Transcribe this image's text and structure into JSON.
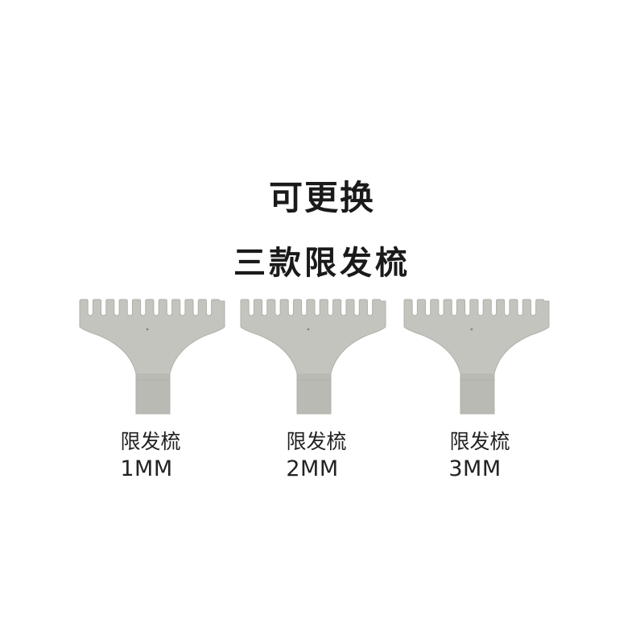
{
  "heading": {
    "line1": "可更换",
    "line2": "三款限发梳"
  },
  "colors": {
    "blade_fill": "#c4c4bf",
    "blade_edge": "#b0b0aa",
    "blade_shade": "#b2b2ac",
    "text": "#1a1a1a"
  },
  "combs": [
    {
      "icon": "limit-comb-icon",
      "name": "限发梳",
      "size": "1MM"
    },
    {
      "icon": "limit-comb-icon",
      "name": "限发梳",
      "size": "2MM"
    },
    {
      "icon": "limit-comb-icon",
      "name": "限发梳",
      "size": "3MM"
    }
  ]
}
